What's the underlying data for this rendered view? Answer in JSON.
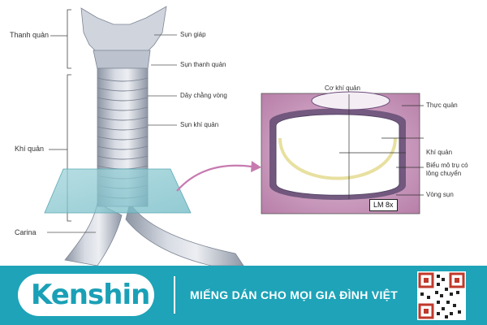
{
  "labels": {
    "thanh_quan": "Thanh quản",
    "khi_quan_left": "Khí quản",
    "carina": "Carina",
    "sun_giap": "Sụn giáp",
    "sun_thanh_quan": "Sụn thanh quản",
    "day_chang_vong": "Dây chằng vòng",
    "sun_khi_quan": "Sụn khí quản",
    "co_khi_quan": "Cơ khí quản",
    "thuc_quan": "Thực quản",
    "khi_quan_right": "Khí quản",
    "bieu_mo_1": "Biểu mô trụ có",
    "bieu_mo_2": "lông chuyển",
    "vong_sun": "Vòng sụn",
    "lm": "LM 8x"
  },
  "footer": {
    "logo": "Kenshin",
    "slogan": "MIẾNG DÁN CHO MỌI GIA ĐÌNH VIỆT"
  },
  "colors": {
    "brand": "#1ea3b8",
    "tissue_pink": "#c9a0c0",
    "cartilage": "#e8e0a0"
  },
  "icons": [
    "qr-code-icon"
  ]
}
